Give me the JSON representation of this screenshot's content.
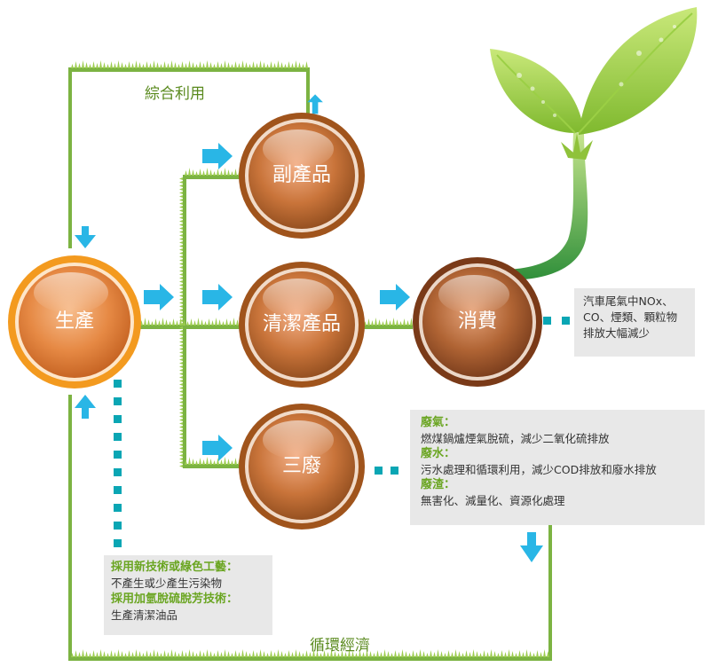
{
  "nodes": {
    "production": "生產",
    "byproduct": "副產品",
    "clean_product": "清潔產品",
    "consumption": "消費",
    "three_wastes": "三廢"
  },
  "labels": {
    "comprehensive_use": "綜合利用",
    "circular_economy": "循環經濟"
  },
  "note_consumption": {
    "line1": "汽車尾氣中NOx、",
    "line2": "CO、煙類、顆粒物",
    "line3": "排放大幅減少"
  },
  "note_wastes": {
    "gas_heading": "廢氣：",
    "gas_text": "燃煤鍋爐煙氣脫硫，減少二氧化硫排放",
    "water_heading": "廢水：",
    "water_text": "污水處理和循環利用，減少COD排放和廢水排放",
    "residue_heading": "廢渣：",
    "residue_text": "無害化、減量化、資源化處理"
  },
  "note_production": {
    "heading1": "採用新技術或綠色工藝：",
    "text1": "不產生或少產生污染物",
    "heading2": "採用加氫脫硫脫芳技術：",
    "text2": "生產清潔油品"
  },
  "colors": {
    "grass": "#7cb342",
    "arrow": "#29b6e6",
    "dots": "#0aa6b4",
    "node_brown": "#a0541c",
    "node_orange": "#f39a1f",
    "label_green": "#6aa521",
    "note_bg": "#e8e8e8"
  }
}
